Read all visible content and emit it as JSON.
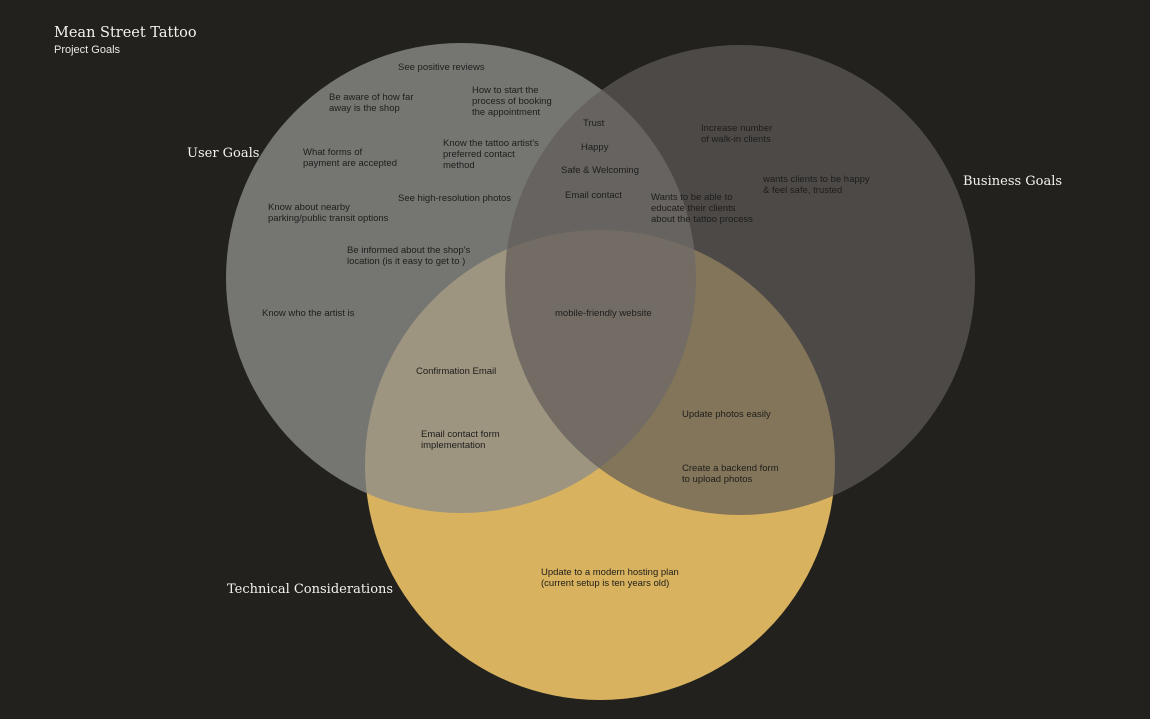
{
  "header": {
    "title": "Mean Street Tattoo",
    "subtitle": "Project Goals"
  },
  "circles": {
    "user": {
      "label": "User Goals"
    },
    "business": {
      "label": "Business Goals"
    },
    "technical": {
      "label": "Technical Considerations"
    }
  },
  "colors": {
    "background": "#22211e",
    "user": "#7a7a78",
    "business": "#524e4c",
    "technical": "#e6bd63"
  },
  "items": {
    "positive_reviews": "See positive reviews",
    "distance": "Be aware of how far\naway is the shop",
    "booking_process": "How to start the\nprocess of booking\nthe appointment",
    "payment": "What forms of\npayment are accepted",
    "contact_method": "Know the tattoo artist's\npreferred contact\nmethod",
    "parking": "Know about nearby\nparking/public transit options",
    "hires_photos": "See high-resolution photos",
    "location": "Be informed about the shop's\nlocation (is it easy to get to )",
    "artist": "Know who the artist is",
    "trust": "Trust",
    "happy": "Happy",
    "safe": "Safe & Welcoming",
    "email_contact": "Email contact",
    "walkin": "Increase number\nof walk-in clients",
    "clients_happy": "wants clients to be happy\n& feel safe, trusted",
    "educate": "Wants to be able to\neducate their clients\nabout the tattoo process",
    "mobile": "mobile-friendly website",
    "confirmation": "Confirmation Email",
    "email_form": "Email contact form\nimplementation",
    "update_photos": "Update photos easily",
    "backend_form": "Create a backend form\nto upload photos",
    "hosting": "Update to a modern hosting plan\n(current setup is ten years old)"
  }
}
